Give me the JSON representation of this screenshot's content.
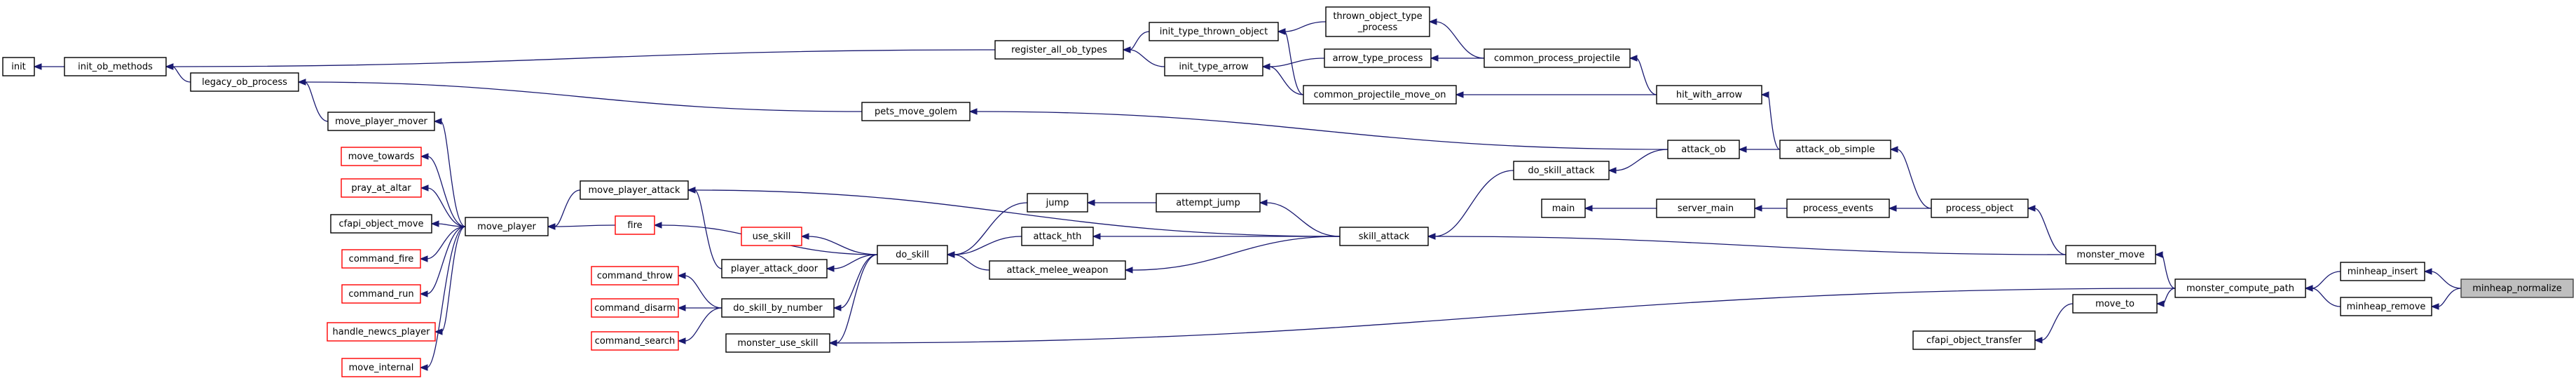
{
  "colors": {
    "edge": "#191970",
    "node_fill": "#ffffff",
    "node_border_documented": "#000000",
    "node_border_undocumented": "#ff0000",
    "target_fill": "#bfbfbf",
    "target_border": "#404040"
  },
  "nodes": {
    "init": {
      "label": "init",
      "style": "normal"
    },
    "init_ob_methods": {
      "label": "init_ob_methods",
      "style": "normal"
    },
    "legacy_ob_process": {
      "label": "legacy_ob_process",
      "style": "normal"
    },
    "register_all_ob_types": {
      "label": "register_all_ob_types",
      "style": "normal"
    },
    "init_type_thrown_object": {
      "label": "init_type_thrown_object",
      "style": "normal"
    },
    "init_type_arrow": {
      "label": "init_type_arrow",
      "style": "normal"
    },
    "thrown_object_type_process": {
      "label_lines": [
        "thrown_object_type",
        "_process"
      ],
      "style": "normal"
    },
    "arrow_type_process": {
      "label": "arrow_type_process",
      "style": "normal"
    },
    "common_projectile_move_on": {
      "label": "common_projectile_move_on",
      "style": "normal"
    },
    "common_process_projectile": {
      "label": "common_process_projectile",
      "style": "normal"
    },
    "hit_with_arrow": {
      "label": "hit_with_arrow",
      "style": "normal"
    },
    "pets_move_golem": {
      "label": "pets_move_golem",
      "style": "normal"
    },
    "move_player_mover": {
      "label": "move_player_mover",
      "style": "normal"
    },
    "move_towards": {
      "label": "move_towards",
      "style": "red"
    },
    "pray_at_altar": {
      "label": "pray_at_altar",
      "style": "red"
    },
    "cfapi_object_move": {
      "label": "cfapi_object_move",
      "style": "normal"
    },
    "command_fire": {
      "label": "command_fire",
      "style": "red"
    },
    "command_run": {
      "label": "command_run",
      "style": "red"
    },
    "handle_newcs_player": {
      "label": "handle_newcs_player",
      "style": "red"
    },
    "move_internal": {
      "label": "move_internal",
      "style": "red"
    },
    "move_player": {
      "label": "move_player",
      "style": "normal"
    },
    "move_player_attack": {
      "label": "move_player_attack",
      "style": "normal"
    },
    "fire": {
      "label": "fire",
      "style": "red"
    },
    "use_skill": {
      "label": "use_skill",
      "style": "red"
    },
    "player_attack_door": {
      "label": "player_attack_door",
      "style": "normal"
    },
    "command_throw": {
      "label": "command_throw",
      "style": "red"
    },
    "command_disarm": {
      "label": "command_disarm",
      "style": "red"
    },
    "command_search": {
      "label": "command_search",
      "style": "red"
    },
    "do_skill_by_number": {
      "label": "do_skill_by_number",
      "style": "normal"
    },
    "monster_use_skill": {
      "label": "monster_use_skill",
      "style": "normal"
    },
    "do_skill": {
      "label": "do_skill",
      "style": "normal"
    },
    "jump": {
      "label": "jump",
      "style": "normal"
    },
    "attempt_jump": {
      "label": "attempt_jump",
      "style": "normal"
    },
    "attack_hth": {
      "label": "attack_hth",
      "style": "normal"
    },
    "attack_melee_weapon": {
      "label": "attack_melee_weapon",
      "style": "normal"
    },
    "skill_attack": {
      "label": "skill_attack",
      "style": "normal"
    },
    "do_skill_attack": {
      "label": "do_skill_attack",
      "style": "normal"
    },
    "attack_ob": {
      "label": "attack_ob",
      "style": "normal"
    },
    "attack_ob_simple": {
      "label": "attack_ob_simple",
      "style": "normal"
    },
    "main": {
      "label": "main",
      "style": "normal"
    },
    "server_main": {
      "label": "server_main",
      "style": "normal"
    },
    "process_events": {
      "label": "process_events",
      "style": "normal"
    },
    "process_object": {
      "label": "process_object",
      "style": "normal"
    },
    "monster_move": {
      "label": "monster_move",
      "style": "normal"
    },
    "monster_compute_path": {
      "label": "monster_compute_path",
      "style": "normal"
    },
    "move_to": {
      "label": "move_to",
      "style": "normal"
    },
    "cfapi_object_transfer": {
      "label": "cfapi_object_transfer",
      "style": "normal"
    },
    "minheap_insert": {
      "label": "minheap_insert",
      "style": "normal"
    },
    "minheap_remove": {
      "label": "minheap_remove",
      "style": "normal"
    },
    "minheap_normalize": {
      "label": "minheap_normalize",
      "style": "target"
    }
  },
  "edges": [
    [
      "minheap_normalize",
      "minheap_insert"
    ],
    [
      "minheap_normalize",
      "minheap_remove"
    ],
    [
      "minheap_insert",
      "monster_compute_path"
    ],
    [
      "minheap_remove",
      "monster_compute_path"
    ],
    [
      "monster_compute_path",
      "monster_move"
    ],
    [
      "monster_compute_path",
      "move_to"
    ],
    [
      "monster_compute_path",
      "monster_use_skill"
    ],
    [
      "move_to",
      "cfapi_object_transfer"
    ],
    [
      "monster_move",
      "process_object"
    ],
    [
      "monster_move",
      "skill_attack"
    ],
    [
      "process_object",
      "process_events"
    ],
    [
      "process_object",
      "attack_ob_simple"
    ],
    [
      "process_events",
      "server_main"
    ],
    [
      "server_main",
      "main"
    ],
    [
      "attack_ob_simple",
      "hit_with_arrow"
    ],
    [
      "attack_ob_simple",
      "attack_ob"
    ],
    [
      "hit_with_arrow",
      "common_process_projectile"
    ],
    [
      "hit_with_arrow",
      "common_projectile_move_on"
    ],
    [
      "common_process_projectile",
      "thrown_object_type_process"
    ],
    [
      "common_process_projectile",
      "arrow_type_process"
    ],
    [
      "thrown_object_type_process",
      "init_type_thrown_object"
    ],
    [
      "arrow_type_process",
      "init_type_arrow"
    ],
    [
      "common_projectile_move_on",
      "init_type_thrown_object"
    ],
    [
      "common_projectile_move_on",
      "init_type_arrow"
    ],
    [
      "init_type_thrown_object",
      "register_all_ob_types"
    ],
    [
      "init_type_arrow",
      "register_all_ob_types"
    ],
    [
      "register_all_ob_types",
      "init_ob_methods"
    ],
    [
      "init_ob_methods",
      "init"
    ],
    [
      "attack_ob",
      "pets_move_golem"
    ],
    [
      "attack_ob",
      "do_skill_attack"
    ],
    [
      "pets_move_golem",
      "legacy_ob_process"
    ],
    [
      "legacy_ob_process",
      "init_ob_methods"
    ],
    [
      "do_skill_attack",
      "skill_attack"
    ],
    [
      "skill_attack",
      "move_player_attack"
    ],
    [
      "skill_attack",
      "attempt_jump"
    ],
    [
      "skill_attack",
      "attack_hth"
    ],
    [
      "skill_attack",
      "attack_melee_weapon"
    ],
    [
      "attempt_jump",
      "jump"
    ],
    [
      "jump",
      "do_skill"
    ],
    [
      "attack_hth",
      "do_skill"
    ],
    [
      "attack_melee_weapon",
      "do_skill"
    ],
    [
      "do_skill",
      "fire"
    ],
    [
      "do_skill",
      "use_skill"
    ],
    [
      "do_skill",
      "player_attack_door"
    ],
    [
      "do_skill",
      "do_skill_by_number"
    ],
    [
      "do_skill",
      "monster_use_skill"
    ],
    [
      "do_skill_by_number",
      "command_throw"
    ],
    [
      "do_skill_by_number",
      "command_disarm"
    ],
    [
      "do_skill_by_number",
      "command_search"
    ],
    [
      "player_attack_door",
      "move_player_attack"
    ],
    [
      "move_player_attack",
      "move_player"
    ],
    [
      "fire",
      "move_player"
    ],
    [
      "move_player",
      "move_player_mover"
    ],
    [
      "move_player",
      "move_towards"
    ],
    [
      "move_player",
      "pray_at_altar"
    ],
    [
      "move_player",
      "cfapi_object_move"
    ],
    [
      "move_player",
      "command_fire"
    ],
    [
      "move_player",
      "command_run"
    ],
    [
      "move_player",
      "handle_newcs_player"
    ],
    [
      "move_player",
      "move_internal"
    ],
    [
      "move_player_mover",
      "legacy_ob_process"
    ]
  ]
}
